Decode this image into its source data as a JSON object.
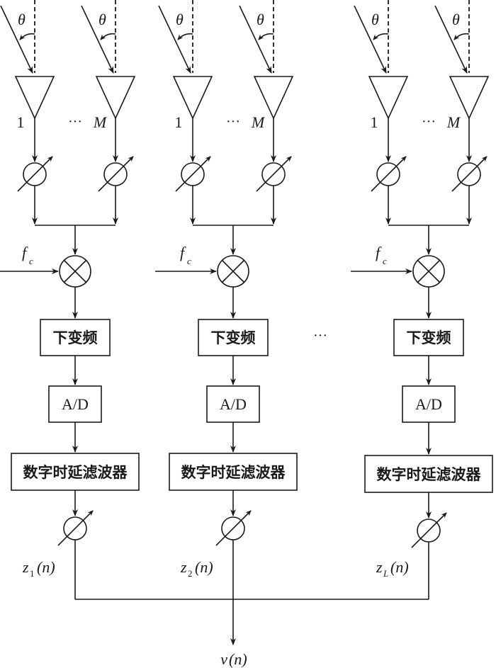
{
  "diagram": {
    "title": "",
    "colors": {
      "stroke": "#1a1a1a",
      "background": "#ffffff"
    },
    "angle_label": "θ",
    "antenna_first_label": "1",
    "antenna_last_label": "M",
    "antenna_ellipsis": "···",
    "channel_ellipsis": "···",
    "lo_label": {
      "main": "f",
      "sub": "c"
    },
    "blocks": {
      "downconverter": "下变频",
      "adc": "A/D",
      "delay_filter": "数字时延滤波器"
    },
    "channels": [
      {
        "id": 1,
        "output_label": {
          "main": "z",
          "sub": "1",
          "arg": "(n)"
        }
      },
      {
        "id": 2,
        "output_label": {
          "main": "z",
          "sub": "2",
          "arg": "(n)"
        }
      },
      {
        "id": "L",
        "output_label": {
          "main": "z",
          "sub": "L",
          "arg": "(n)"
        }
      }
    ],
    "final_output": {
      "main": "v",
      "arg": "(n)"
    }
  }
}
